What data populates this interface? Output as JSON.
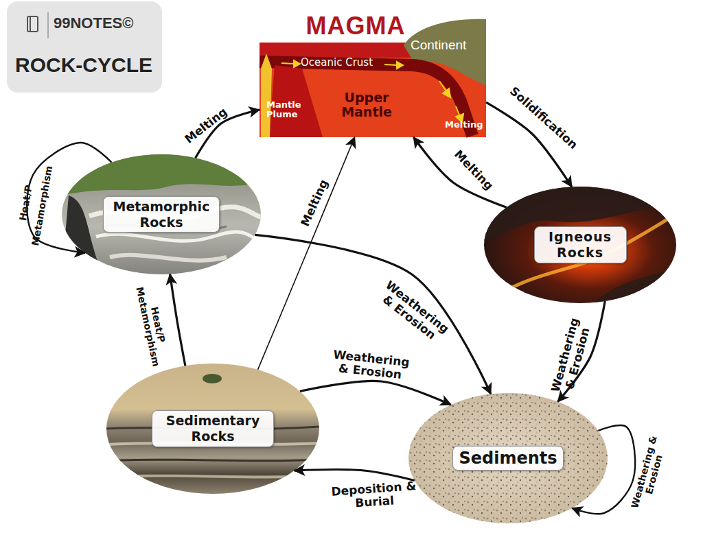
{
  "diagram": {
    "title": "ROCK-CYCLE",
    "nodes": [
      {
        "text": [
          "MAGMA"
        ]
      },
      {
        "text": [
          "Metamorphic Rocks"
        ]
      },
      {
        "text": [
          "Igneous Rocks"
        ]
      },
      {
        "text": [
          "Sedimentary Rocks"
        ]
      },
      {
        "text": [
          "Sediments"
        ]
      }
    ],
    "edges": [
      {
        "from": 1,
        "to": 0,
        "arrow": "to",
        "label": "Melting"
      },
      {
        "from": 0,
        "to": 2,
        "arrow": "to",
        "label": "Solidification"
      },
      {
        "from": 2,
        "to": 0,
        "arrow": "to",
        "label": "Melting"
      },
      {
        "from": 3,
        "to": 0,
        "arrow": "to",
        "label": "Melting"
      },
      {
        "from": 1,
        "to": 4,
        "arrow": "to",
        "label": "Weathering & Erosion"
      },
      {
        "from": 2,
        "to": 4,
        "arrow": "to",
        "label": "Weathering & Erosion"
      },
      {
        "from": 3,
        "to": 4,
        "arrow": "to",
        "label": "Weathering & Erosion"
      },
      {
        "from": 4,
        "to": 3,
        "arrow": "to",
        "label": "Deposition & Burial"
      },
      {
        "from": 3,
        "to": 1,
        "arrow": "to",
        "label": "Heat/P Metamorphism"
      },
      {
        "from": 1,
        "to": 1,
        "arrow": "to",
        "label": "Heat/P Metamorphism"
      },
      {
        "from": 4,
        "to": 4,
        "arrow": "to",
        "label": "Weathering & Erosion"
      }
    ],
    "labels": [
      "99NOTES©",
      "Continent",
      "Oceanic Crust",
      "Mantle Plume",
      "Upper Mantle",
      "Melting"
    ]
  }
}
